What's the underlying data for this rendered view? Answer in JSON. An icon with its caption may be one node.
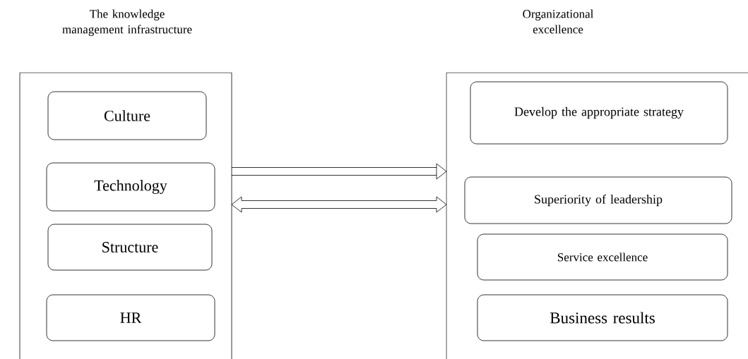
{
  "diagram": {
    "nodes": [
      {
        "text": [
          "The knowledge management infrastructure"
        ]
      },
      {
        "text": [
          "Culture"
        ],
        "in": 0
      },
      {
        "text": [
          "Technology"
        ],
        "in": 0
      },
      {
        "text": [
          "Structure"
        ],
        "in": 0
      },
      {
        "text": [
          "HR"
        ],
        "in": 0
      },
      {
        "text": [
          "Organizational excellence"
        ]
      },
      {
        "text": [
          "Develop the appropriate strategy"
        ],
        "in": 5
      },
      {
        "text": [
          "Superiority of leadership"
        ],
        "in": 5
      },
      {
        "text": [
          "Service excellence"
        ],
        "in": 5
      },
      {
        "text": [
          "Business results"
        ],
        "in": 5
      }
    ],
    "edges": [
      {
        "from": 0,
        "to": 5,
        "arrow": "to"
      },
      {
        "from": 0,
        "to": 5,
        "arrow": "both"
      }
    ]
  }
}
